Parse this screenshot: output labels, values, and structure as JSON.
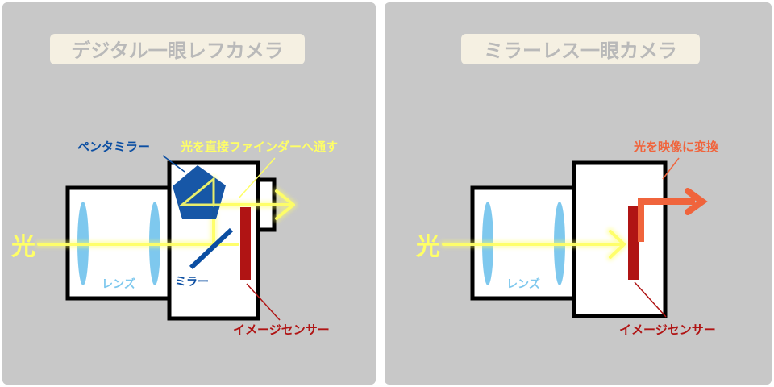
{
  "colors": {
    "panel_bg": "#c8c8c8",
    "title_bg": "#f5f0e2",
    "title_text": "#b9b9b9",
    "light": "#ffff66",
    "lens": "#7ec8ee",
    "lens_label": "#7ec8ee",
    "pentamirror": "#0b4ea2",
    "mirror": "#0b4ea2",
    "sensor": "#b01414",
    "sensor_label": "#b01414",
    "converted_light": "#f0643c"
  },
  "dslr": {
    "title": "デジタル一眼レフカメラ",
    "light_label": "光",
    "lens_label": "レンズ",
    "pentamirror_label": "ペンタミラー",
    "mirror_label": "ミラー",
    "viewfinder_label": "光を直接ファインダーへ通す",
    "sensor_label": "イメージセンサー"
  },
  "mirrorless": {
    "title": "ミラーレス一眼カメラ",
    "light_label": "光",
    "lens_label": "レンズ",
    "convert_label": "光を映像に変換",
    "sensor_label": "イメージセンサー"
  }
}
